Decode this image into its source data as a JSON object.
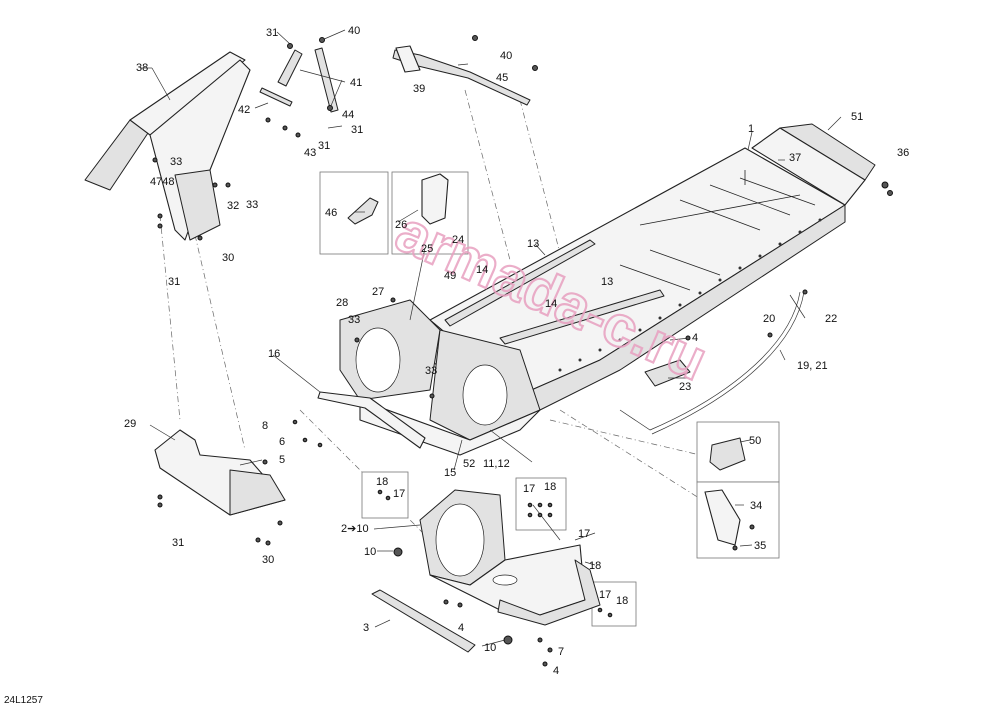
{
  "drawing_code": "24L1257",
  "watermark": "armada-c.ru",
  "callouts": {
    "c1": "1",
    "c3": "3",
    "c4a": "4",
    "c4b": "4",
    "c4c": "4",
    "c5": "5",
    "c6": "6",
    "c7": "7",
    "c8": "8",
    "c10a": "2➔10",
    "c10b": "10",
    "c10c": "10",
    "c13a": "13",
    "c13b": "13",
    "c14a": "14",
    "c14b": "14",
    "c15": "15",
    "c16": "16",
    "c17a": "17",
    "c17b": "17",
    "c17c": "17",
    "c17d": "17",
    "c18a": "18",
    "c18b": "18",
    "c18c": "18",
    "c18d": "18",
    "c19": "19, 21",
    "c20": "20",
    "c22": "22",
    "c23": "23",
    "c24": "24",
    "c25": "25",
    "c26": "26",
    "c27": "27",
    "c28": "28",
    "c29": "29",
    "c30a": "30",
    "c30b": "30",
    "c31a": "31",
    "c31b": "31",
    "c31c": "31",
    "c31d": "31",
    "c31e": "31",
    "c32": "32",
    "c33a": "33",
    "c33b": "33",
    "c33c": "33",
    "c33d": "33",
    "c34": "34",
    "c35": "35",
    "c36": "36",
    "c37": "37",
    "c38": "38",
    "c39": "39",
    "c40a": "40",
    "c40b": "40",
    "c41": "41",
    "c42": "42",
    "c43": "43",
    "c44": "44",
    "c45": "45",
    "c46": "46",
    "c4748": "4748",
    "c49": "49",
    "c50": "50",
    "c51": "51",
    "c52": "52",
    "c1112": "11,12"
  }
}
